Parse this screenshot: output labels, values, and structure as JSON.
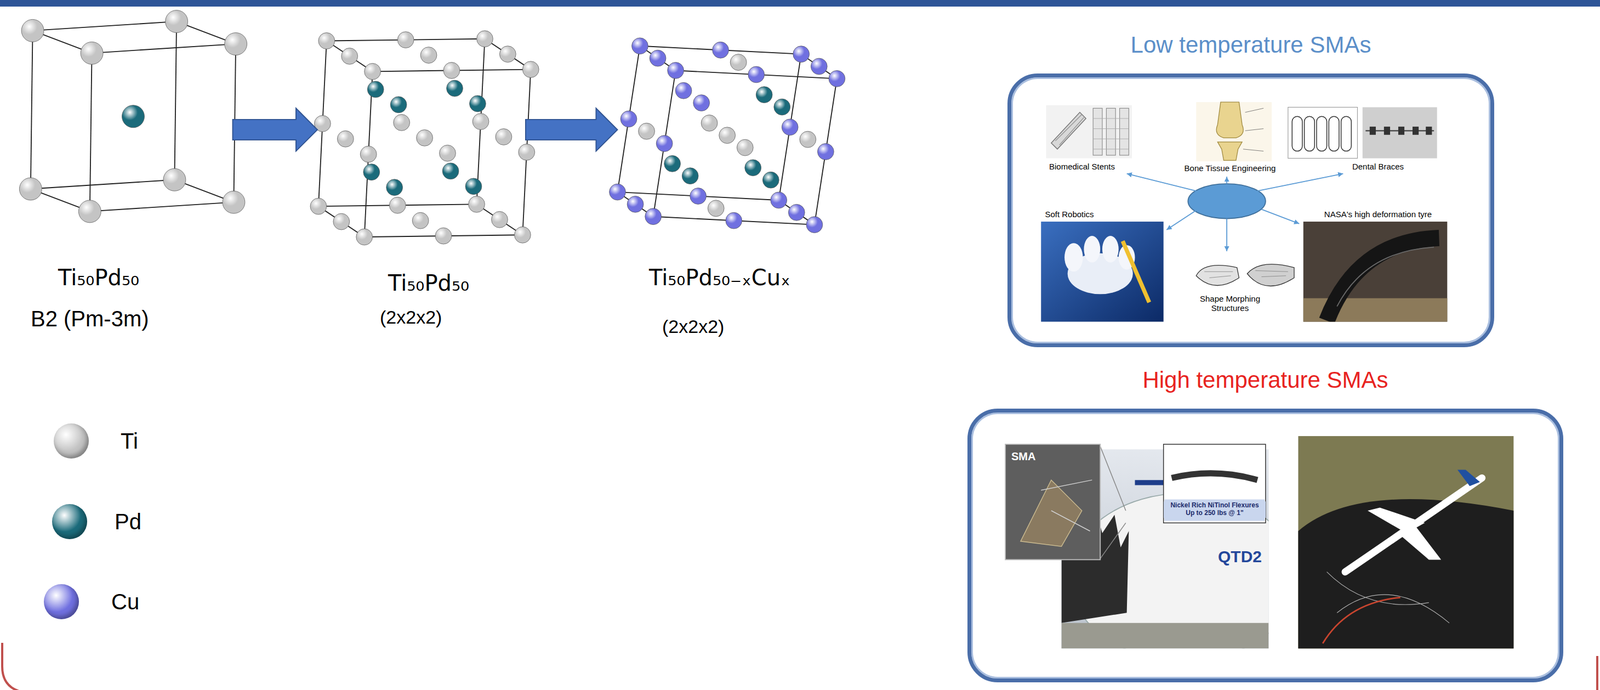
{
  "diagram": {
    "nodes": [
      {
        "text": [
          "Low temperature SMAs"
        ]
      },
      {
        "text": [
          "High temperature SMAs"
        ]
      }
    ],
    "labels": [
      "Ti₅₀Pd₅₀",
      "B2 (Pm-3m)",
      "Ti₅₀Pd₅₀",
      "(2x2x2)",
      "Ti₅₀Pd₅₀₋ₓCuₓ",
      "(2x2x2)",
      "Biomedical Stents",
      "Bone Tissue Engineering",
      "Dental Braces",
      "Soft Robotics",
      "NASA's high deformation tyre",
      "Shape Morphing Structures",
      "SMA",
      "Nickel Rich NiTinol Flexures Up to 250 lbs @ 1\"",
      "QTD2"
    ],
    "legend": [
      {
        "text": "Ti",
        "color": "#c4c4c4"
      },
      {
        "text": "Pd",
        "color": "#1b6b7b"
      },
      {
        "text": "Cu",
        "color": "#7070e0"
      }
    ]
  }
}
